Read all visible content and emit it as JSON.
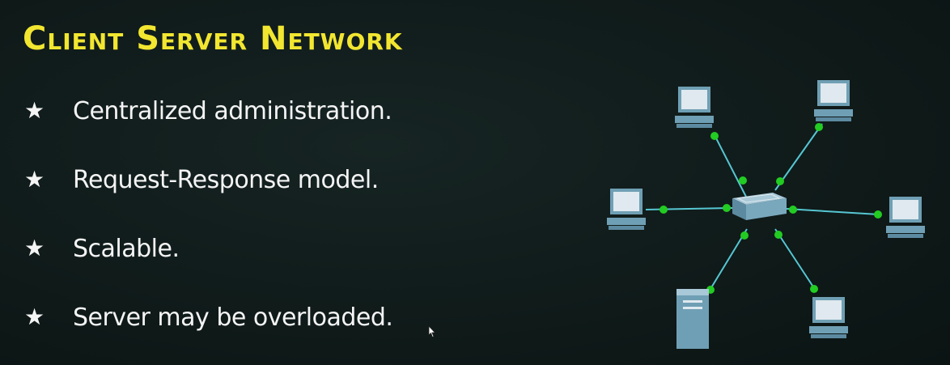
{
  "slide": {
    "title": "Client Server Network",
    "bullets": [
      {
        "icon": "star-icon",
        "text": "Centralized administration."
      },
      {
        "icon": "star-icon",
        "text": "Request-Response model."
      },
      {
        "icon": "star-icon",
        "text": "Scalable."
      },
      {
        "icon": "star-icon",
        "text": "Server may be overloaded."
      }
    ]
  },
  "colors": {
    "background": "#0f1a19",
    "title": "#f2e630",
    "text": "#f4f4f4",
    "link": "#56c6d2",
    "link_light": "#22cc22",
    "device_body": "#6f9fb4",
    "device_screen": "#dfe9ef"
  },
  "diagram": {
    "switch": {
      "icon": "network-switch-icon"
    },
    "nodes": [
      {
        "id": "pc-top-left",
        "icon": "desktop-computer-icon"
      },
      {
        "id": "pc-top-right",
        "icon": "desktop-computer-icon"
      },
      {
        "id": "pc-left",
        "icon": "desktop-computer-icon"
      },
      {
        "id": "pc-right",
        "icon": "desktop-computer-icon"
      },
      {
        "id": "server-bottom",
        "icon": "server-tower-icon"
      },
      {
        "id": "pc-bottom-right",
        "icon": "desktop-computer-icon"
      }
    ]
  }
}
